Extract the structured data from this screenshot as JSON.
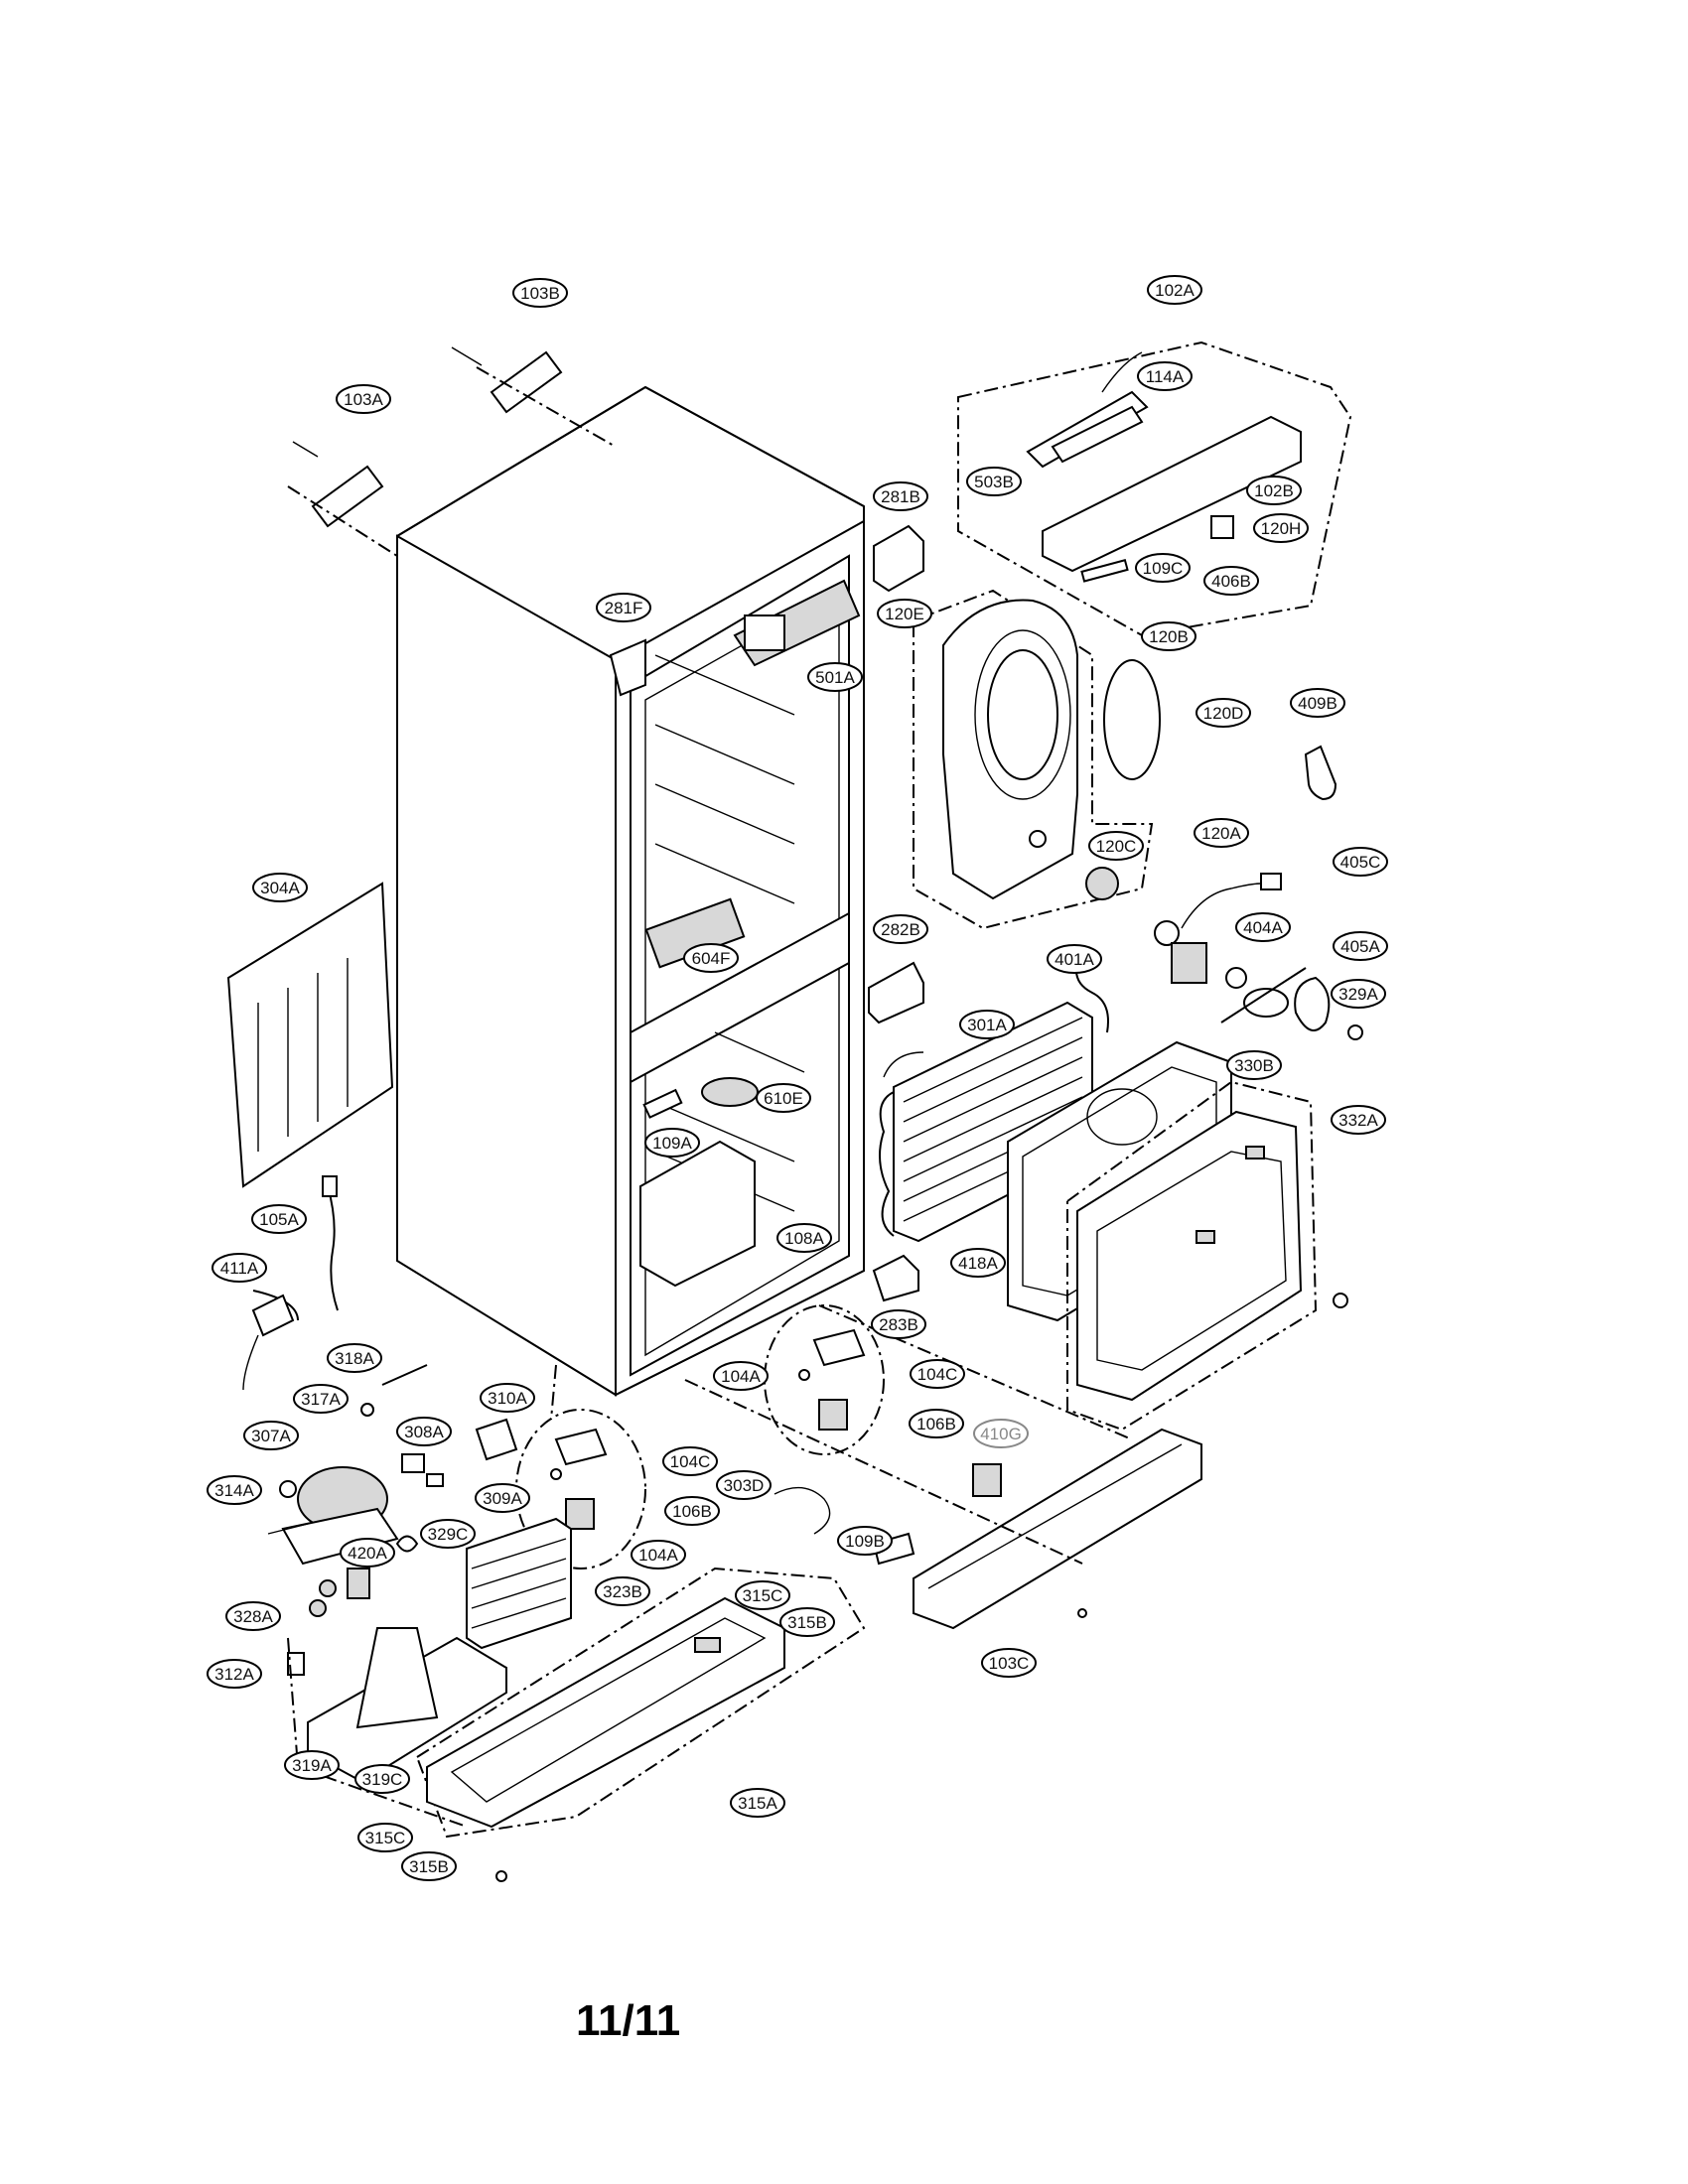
{
  "page": {
    "number_label": "11/11"
  },
  "callouts": [
    {
      "id": "103B",
      "label": "103B"
    },
    {
      "id": "103A",
      "label": "103A"
    },
    {
      "id": "102A",
      "label": "102A"
    },
    {
      "id": "114A",
      "label": "114A"
    },
    {
      "id": "503B",
      "label": "503B"
    },
    {
      "id": "102B",
      "label": "102B"
    },
    {
      "id": "120H",
      "label": "120H"
    },
    {
      "id": "109C",
      "label": "109C"
    },
    {
      "id": "406B",
      "label": "406B"
    },
    {
      "id": "281B",
      "label": "281B"
    },
    {
      "id": "281F",
      "label": "281F"
    },
    {
      "id": "120E",
      "label": "120E"
    },
    {
      "id": "120B",
      "label": "120B"
    },
    {
      "id": "501A",
      "label": "501A"
    },
    {
      "id": "120D",
      "label": "120D"
    },
    {
      "id": "409B",
      "label": "409B"
    },
    {
      "id": "120A",
      "label": "120A"
    },
    {
      "id": "120C",
      "label": "120C"
    },
    {
      "id": "405C",
      "label": "405C"
    },
    {
      "id": "304A",
      "label": "304A"
    },
    {
      "id": "282B",
      "label": "282B"
    },
    {
      "id": "404A",
      "label": "404A"
    },
    {
      "id": "604F",
      "label": "604F"
    },
    {
      "id": "401A",
      "label": "401A"
    },
    {
      "id": "405A",
      "label": "405A"
    },
    {
      "id": "301A",
      "label": "301A"
    },
    {
      "id": "329A",
      "label": "329A"
    },
    {
      "id": "330B",
      "label": "330B"
    },
    {
      "id": "610E",
      "label": "610E"
    },
    {
      "id": "332A",
      "label": "332A"
    },
    {
      "id": "109A",
      "label": "109A"
    },
    {
      "id": "105A",
      "label": "105A"
    },
    {
      "id": "108A",
      "label": "108A"
    },
    {
      "id": "418A",
      "label": "418A"
    },
    {
      "id": "411A",
      "label": "411A"
    },
    {
      "id": "283B",
      "label": "283B"
    },
    {
      "id": "104A_top",
      "label": "104A"
    },
    {
      "id": "104C_top",
      "label": "104C"
    },
    {
      "id": "318A",
      "label": "318A"
    },
    {
      "id": "317A",
      "label": "317A"
    },
    {
      "id": "310A",
      "label": "310A"
    },
    {
      "id": "106B_top",
      "label": "106B"
    },
    {
      "id": "410G",
      "label": "410G"
    },
    {
      "id": "307A",
      "label": "307A"
    },
    {
      "id": "308A",
      "label": "308A"
    },
    {
      "id": "104C_bot",
      "label": "104C"
    },
    {
      "id": "303D",
      "label": "303D"
    },
    {
      "id": "314A",
      "label": "314A"
    },
    {
      "id": "309A",
      "label": "309A"
    },
    {
      "id": "106B_bot",
      "label": "106B"
    },
    {
      "id": "104A_bot",
      "label": "104A"
    },
    {
      "id": "109B",
      "label": "109B"
    },
    {
      "id": "420A",
      "label": "420A"
    },
    {
      "id": "329C",
      "label": "329C"
    },
    {
      "id": "323B",
      "label": "323B"
    },
    {
      "id": "315C_top",
      "label": "315C"
    },
    {
      "id": "328A",
      "label": "328A"
    },
    {
      "id": "315B_top",
      "label": "315B"
    },
    {
      "id": "103C",
      "label": "103C"
    },
    {
      "id": "312A",
      "label": "312A"
    },
    {
      "id": "319A",
      "label": "319A"
    },
    {
      "id": "319C",
      "label": "319C"
    },
    {
      "id": "315A",
      "label": "315A"
    },
    {
      "id": "315C_bot",
      "label": "315C"
    },
    {
      "id": "315B_bot",
      "label": "315B"
    }
  ]
}
